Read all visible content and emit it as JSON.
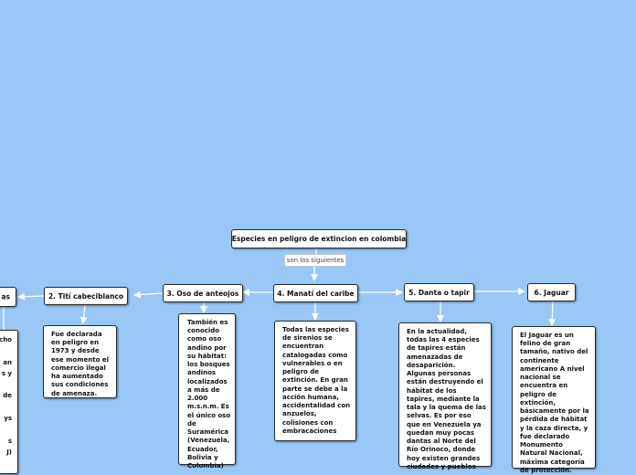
{
  "root": {
    "title": "Especies en peligro de extincion en colombia"
  },
  "connector_label": "son los siguientes",
  "species": [
    {
      "title": "2. Tití cabeciblanco",
      "note": "Fue declarada en peligro en 1973 y desde ese momento el comercio ilegal ha aumentado sus condiciones de amenaza."
    },
    {
      "title": "3. Oso de anteojos",
      "note": "También es conocido como oso andino por su hábitat: los bosques andinos localizados a más de 2.000 m.s.n.m. Es el único oso de Suramérica (Venezuela, Ecuador, Bolivia y Colombia)"
    },
    {
      "title": "4. Manatí del caribe",
      "note": "Todas las especies de sirenios se encuentran catalogadas como vulnerables o en peligro de extinción. En gran parte se debe a la acción humana, accidentalidad con anzuelos, colisiones con embracaciones"
    },
    {
      "title": "5. Danta o tapir",
      "note": "En la actualidad, todas las 4 especies de tapires están amenazadas de desaparición. Algunas personas están destruyendo el hábitat de los tapires, mediante la tala y la quema de las selvas. Es por eso que en Venezuela ya quedan muy pocas dantas al Norte del Río Orinoco, donde hoy existen grandes ciudades y pueblos"
    },
    {
      "title": "6. Jaguar",
      "note": "El Jaguar es un felino de gran tamaño, nativo del continente americano A nivel nacional se encuentra en peligro de extinción, básicamente por la pérdida de hábitat y la caza directa, y fue declarado Monumento Natural Nacional, máxima categoría de protección."
    }
  ],
  "cut_off_left": {
    "title": "as",
    "note_fragments": [
      "cho",
      "",
      "an",
      "s y",
      "",
      "de",
      "",
      "ys",
      "",
      "s",
      "J)"
    ]
  }
}
